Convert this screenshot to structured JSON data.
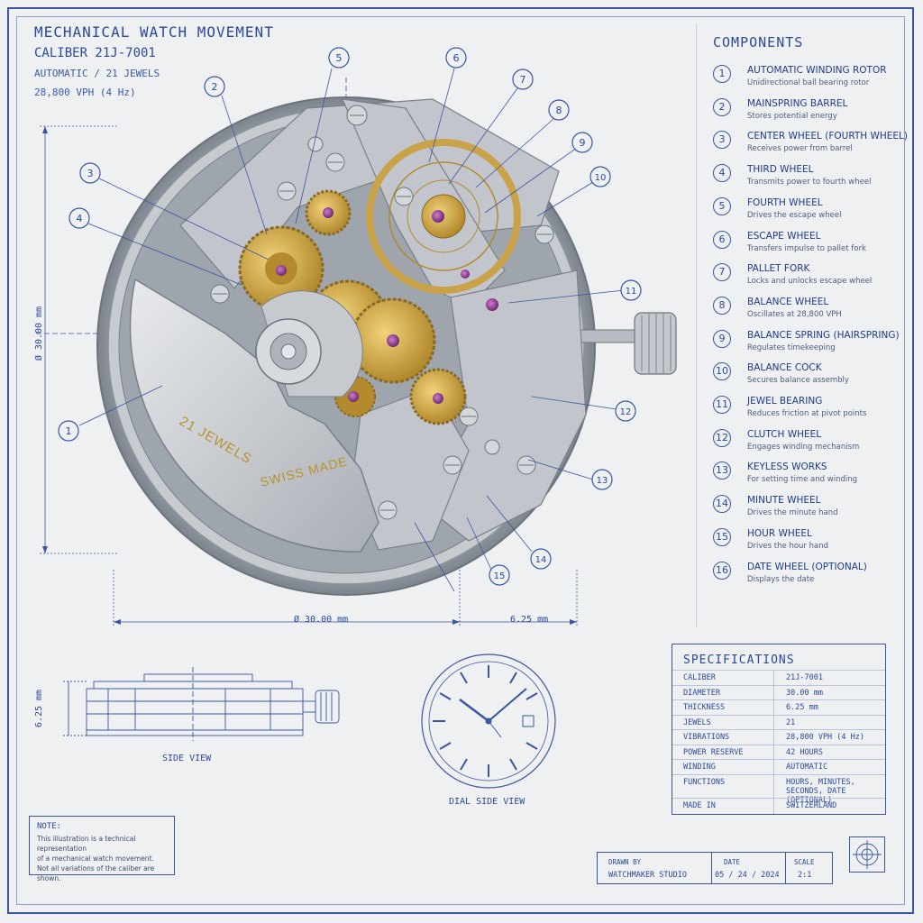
{
  "header": {
    "title": "MECHANICAL WATCH MOVEMENT",
    "caliber": "CALIBER 21J-7001",
    "subtitle": "AUTOMATIC / 21 JEWELS",
    "frequency": "28,800 VPH (4 Hz)"
  },
  "rotor_engraving": {
    "jewels": "21 JEWELS",
    "made": "SWISS MADE"
  },
  "dimensions": {
    "diameter_vertical": "Ø 30.00 mm",
    "diameter_horizontal": "Ø 30.00 mm",
    "crown_offset": "6.25 mm",
    "side_thickness": "6.25 mm"
  },
  "views": {
    "side_view": "SIDE VIEW",
    "dial_view": "DIAL SIDE VIEW"
  },
  "components": {
    "title": "COMPONENTS",
    "items": [
      {
        "num": "1",
        "name": "AUTOMATIC WINDING ROTOR",
        "desc": "Unidirectional ball bearing rotor"
      },
      {
        "num": "2",
        "name": "MAINSPRING BARREL",
        "desc": "Stores potential energy"
      },
      {
        "num": "3",
        "name": "CENTER WHEEL (FOURTH WHEEL)",
        "desc": "Receives power from barrel"
      },
      {
        "num": "4",
        "name": "THIRD WHEEL",
        "desc": "Transmits power to fourth wheel"
      },
      {
        "num": "5",
        "name": "FOURTH WHEEL",
        "desc": "Drives the escape wheel"
      },
      {
        "num": "6",
        "name": "ESCAPE WHEEL",
        "desc": "Transfers impulse to pallet fork"
      },
      {
        "num": "7",
        "name": "PALLET FORK",
        "desc": "Locks and unlocks escape wheel"
      },
      {
        "num": "8",
        "name": "BALANCE WHEEL",
        "desc": "Oscillates at 28,800 VPH"
      },
      {
        "num": "9",
        "name": "BALANCE SPRING (HAIRSPRING)",
        "desc": "Regulates timekeeping"
      },
      {
        "num": "10",
        "name": "BALANCE COCK",
        "desc": "Secures balance assembly"
      },
      {
        "num": "11",
        "name": "JEWEL BEARING",
        "desc": "Reduces friction at pivot points"
      },
      {
        "num": "12",
        "name": "CLUTCH WHEEL",
        "desc": "Engages winding mechanism"
      },
      {
        "num": "13",
        "name": "KEYLESS WORKS",
        "desc": "For setting time and winding"
      },
      {
        "num": "14",
        "name": "MINUTE WHEEL",
        "desc": "Drives the minute hand"
      },
      {
        "num": "15",
        "name": "HOUR WHEEL",
        "desc": "Drives the hour hand"
      },
      {
        "num": "16",
        "name": "DATE WHEEL (OPTIONAL)",
        "desc": "Displays the date"
      }
    ]
  },
  "specifications": {
    "title": "SPECIFICATIONS",
    "rows": [
      {
        "key": "CALIBER",
        "value": "21J-7001"
      },
      {
        "key": "DIAMETER",
        "value": "30.00 mm"
      },
      {
        "key": "THICKNESS",
        "value": "6.25 mm"
      },
      {
        "key": "JEWELS",
        "value": "21"
      },
      {
        "key": "VIBRATIONS",
        "value": "28,800 VPH (4 Hz)"
      },
      {
        "key": "POWER RESERVE",
        "value": "42 HOURS"
      },
      {
        "key": "WINDING",
        "value": "AUTOMATIC"
      },
      {
        "key": "FUNCTIONS",
        "value": "HOURS, MINUTES, SECONDS, DATE (OPTIONAL)"
      },
      {
        "key": "MADE IN",
        "value": "SWITZERLAND"
      }
    ]
  },
  "note": {
    "heading": "NOTE:",
    "line1": "This illustration is a technical representation",
    "line2": "of a mechanical watch movement.",
    "line3": "Not all variations of the caliber are shown."
  },
  "title_block": {
    "drawn_by_label": "DRAWN BY",
    "drawn_by": "WATCHMAKER STUDIO",
    "date_label": "DATE",
    "date": "05 / 24 / 2024",
    "scale_label": "SCALE",
    "scale": "2:1"
  },
  "callouts": [
    "1",
    "2",
    "3",
    "4",
    "5",
    "6",
    "7",
    "8",
    "9",
    "10",
    "11",
    "12",
    "13",
    "14",
    "15"
  ],
  "colors": {
    "ink": "#2a4a98",
    "steel": "#b8bcc2",
    "gold": "#c9a24a",
    "ruby": "#8a3a8a"
  }
}
